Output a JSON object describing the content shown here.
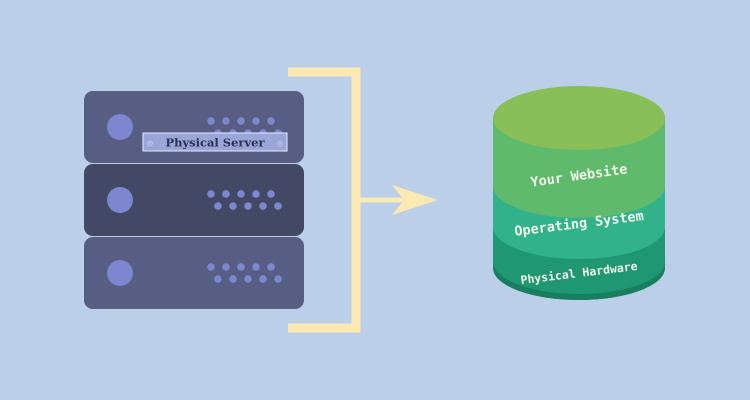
{
  "server": {
    "label": "Physical Server",
    "label_prefix_glyph": "⊙",
    "label_suffix_glyph": "⊙",
    "unit_count": 3
  },
  "stack": {
    "layers": [
      {
        "label": "Your Website"
      },
      {
        "label": "Operating System"
      },
      {
        "label": "Physical Hardware"
      }
    ]
  },
  "colors": {
    "background": "#bccfe9",
    "server_unit": "#575d83",
    "server_unit_dark": "#434964",
    "server_dot": "#7c87d0",
    "label_box": "#9aa6d8",
    "connector": "#fbe9b3",
    "cyl_top": "#88bf58",
    "cyl_website": "#5fba6c",
    "cyl_os": "#31b28b",
    "cyl_hardware": "#1e9772",
    "cyl_hardware_dark": "#177f60",
    "cyl_text": "#f2f5ea"
  }
}
